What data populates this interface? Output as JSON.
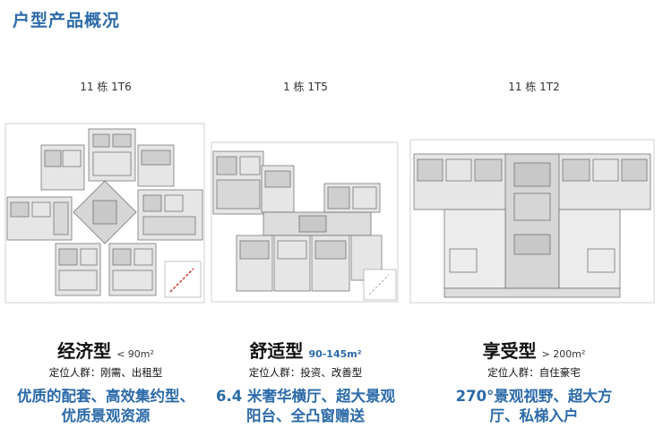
{
  "title": "户型产品概况",
  "columns": [
    {
      "building": "11 栋 1T6",
      "type_name": "经济型",
      "area": "< 90m²",
      "target": "定位人群：刚需、出租型",
      "features": [
        "优质的配套、高效集约型、",
        "优质景观资源"
      ]
    },
    {
      "building": "1 栋 1T5",
      "type_name": "舒适型",
      "area": "90-145m²",
      "target": "定位人群：投资、改善型",
      "features": [
        "6.4 米奢华横厅、超大景观",
        "阳台、全凸窗赠送"
      ]
    },
    {
      "building": "11 栋 1T2",
      "type_name": "享受型",
      "area": "> 200m²",
      "target": "定位人群：自住豪宅",
      "features": [
        "270°景观视野、超大方",
        "厅、私梯入户"
      ]
    }
  ],
  "colors": {
    "title": "#2b6aa8",
    "feature": "#2b6aa8",
    "plan_line": "#555555",
    "plan_fill": "#e6e6e6"
  }
}
